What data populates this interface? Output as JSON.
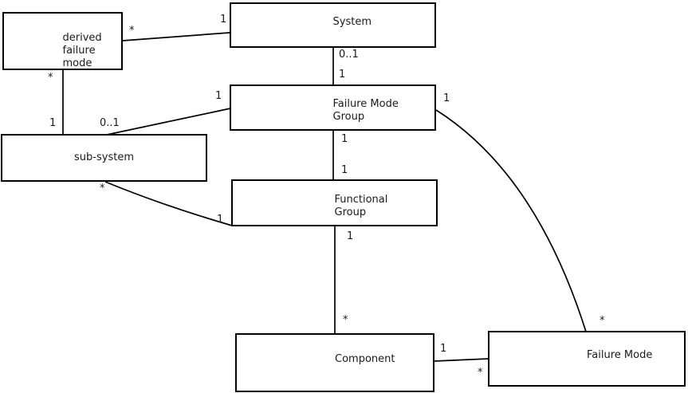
{
  "diagram": {
    "kind": "class-association-diagram",
    "colors": {
      "background": "#ffffff",
      "line": "#000000",
      "text": "#1a1a1a"
    },
    "entities": {
      "derived_failure_mode": {
        "label": "derived\nfailure\nmode"
      },
      "system": {
        "label": "System"
      },
      "failure_mode_group": {
        "label": "Failure Mode\nGroup"
      },
      "sub_system": {
        "label": "sub-system"
      },
      "functional_group": {
        "label": "Functional\nGroup"
      },
      "component": {
        "label": "Component"
      },
      "failure_mode": {
        "label": "Failure Mode"
      }
    },
    "associations": [
      {
        "source": "derived failure mode",
        "target": "System",
        "source_multiplicity": "*",
        "target_multiplicity": "1"
      },
      {
        "source": "System",
        "target": "Failure Mode Group",
        "source_multiplicity": "0..1",
        "target_multiplicity": "1"
      },
      {
        "source": "derived failure mode",
        "target": "sub-system",
        "source_multiplicity": "*",
        "target_multiplicity": "1"
      },
      {
        "source": "sub-system",
        "target": "Failure Mode Group",
        "source_multiplicity": "0..1",
        "target_multiplicity": "1"
      },
      {
        "source": "Failure Mode Group",
        "target": "Functional Group",
        "source_multiplicity": "1",
        "target_multiplicity": "1"
      },
      {
        "source": "sub-system",
        "target": "Functional Group",
        "source_multiplicity": "*",
        "target_multiplicity": "1"
      },
      {
        "source": "Functional Group",
        "target": "Component",
        "source_multiplicity": "1",
        "target_multiplicity": "*"
      },
      {
        "source": "Component",
        "target": "Failure Mode",
        "source_multiplicity": "1",
        "target_multiplicity": "*"
      },
      {
        "source": "Failure Mode Group",
        "target": "Failure Mode",
        "source_multiplicity": "1",
        "target_multiplicity": "*"
      }
    ]
  }
}
